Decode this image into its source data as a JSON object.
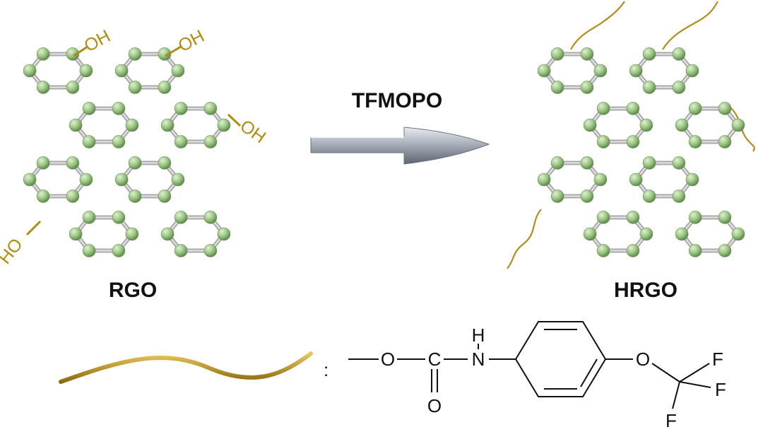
{
  "reactant_label": "RGO",
  "reagent_label": "TFMOPO",
  "product_label": "HRGO",
  "hydroxyl_groups": [
    "OH",
    "OH",
    "OH",
    "HO"
  ],
  "legend_separator": ":",
  "chem_atoms": {
    "o1": "O",
    "c": "C",
    "o2": "O",
    "h": "H",
    "n": "N",
    "o3": "O",
    "f1": "F",
    "f2": "F",
    "f3": "F"
  },
  "colors": {
    "atom": "#9cc784",
    "bond": "#b9b9b9",
    "oh": "#b08c10",
    "chain": "#c7a22a",
    "arrow": "#9aa3ad"
  }
}
